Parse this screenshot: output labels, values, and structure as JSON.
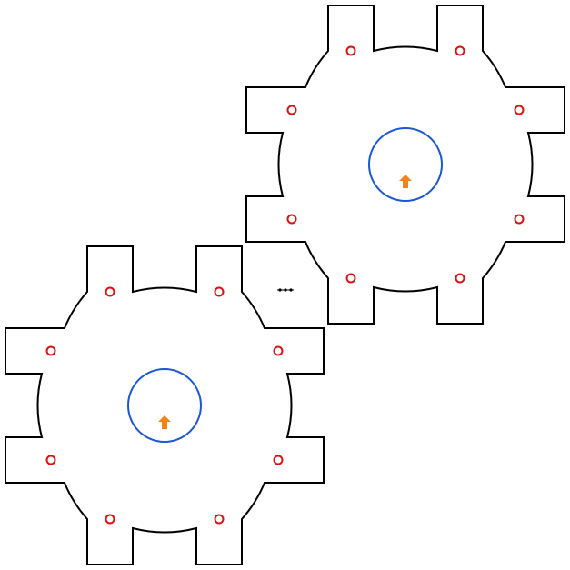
{
  "canvas": {
    "background": "#ffffff"
  },
  "colors": {
    "outline": "#000000",
    "hub": "#1a56d6",
    "hole": "#e01010",
    "arrow": "#f58216"
  },
  "gears": [
    {
      "id": "gear-top-right",
      "teeth": 8,
      "hole_count": 8,
      "has_hub": true,
      "has_direction_arrow": true,
      "arrow_icon": "up-arrow-icon"
    },
    {
      "id": "gear-bottom-left",
      "teeth": 8,
      "hole_count": 8,
      "has_hub": true,
      "has_direction_arrow": true,
      "arrow_icon": "up-arrow-icon"
    }
  ],
  "center_mark": {
    "icon": "center-mark-icon"
  }
}
